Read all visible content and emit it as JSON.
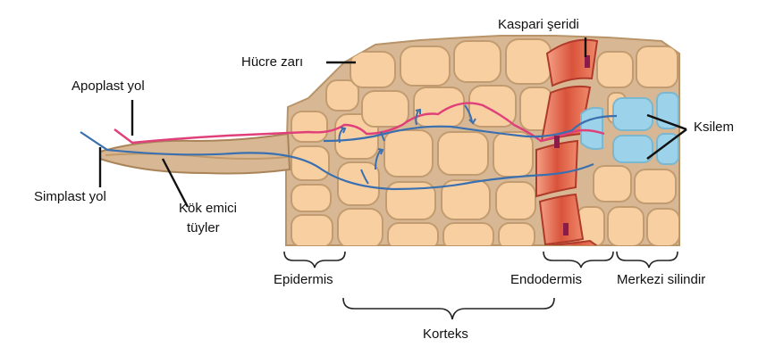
{
  "labels": {
    "kaspari": "Kaspari şeridi",
    "hucre_zari": "Hücre zarı",
    "apoplast": "Apoplast yol",
    "simplast": "Simplast yol",
    "kok_emici_1": "Kök emici",
    "kok_emici_2": "tüyler",
    "ksilem": "Ksilem",
    "epidermis": "Epidermis",
    "endodermis": "Endodermis",
    "merkezi": "Merkezi silindir",
    "korteks": "Korteks"
  },
  "colors": {
    "apoplast_path": "#e0407a",
    "simplast_path": "#3a6fb0",
    "cell_fill": "#f8cfa0",
    "cell_wall": "#c9a77c",
    "casparian": "#d9533b",
    "xylem": "#9cd3ea",
    "marker": "#8b1c4a"
  }
}
